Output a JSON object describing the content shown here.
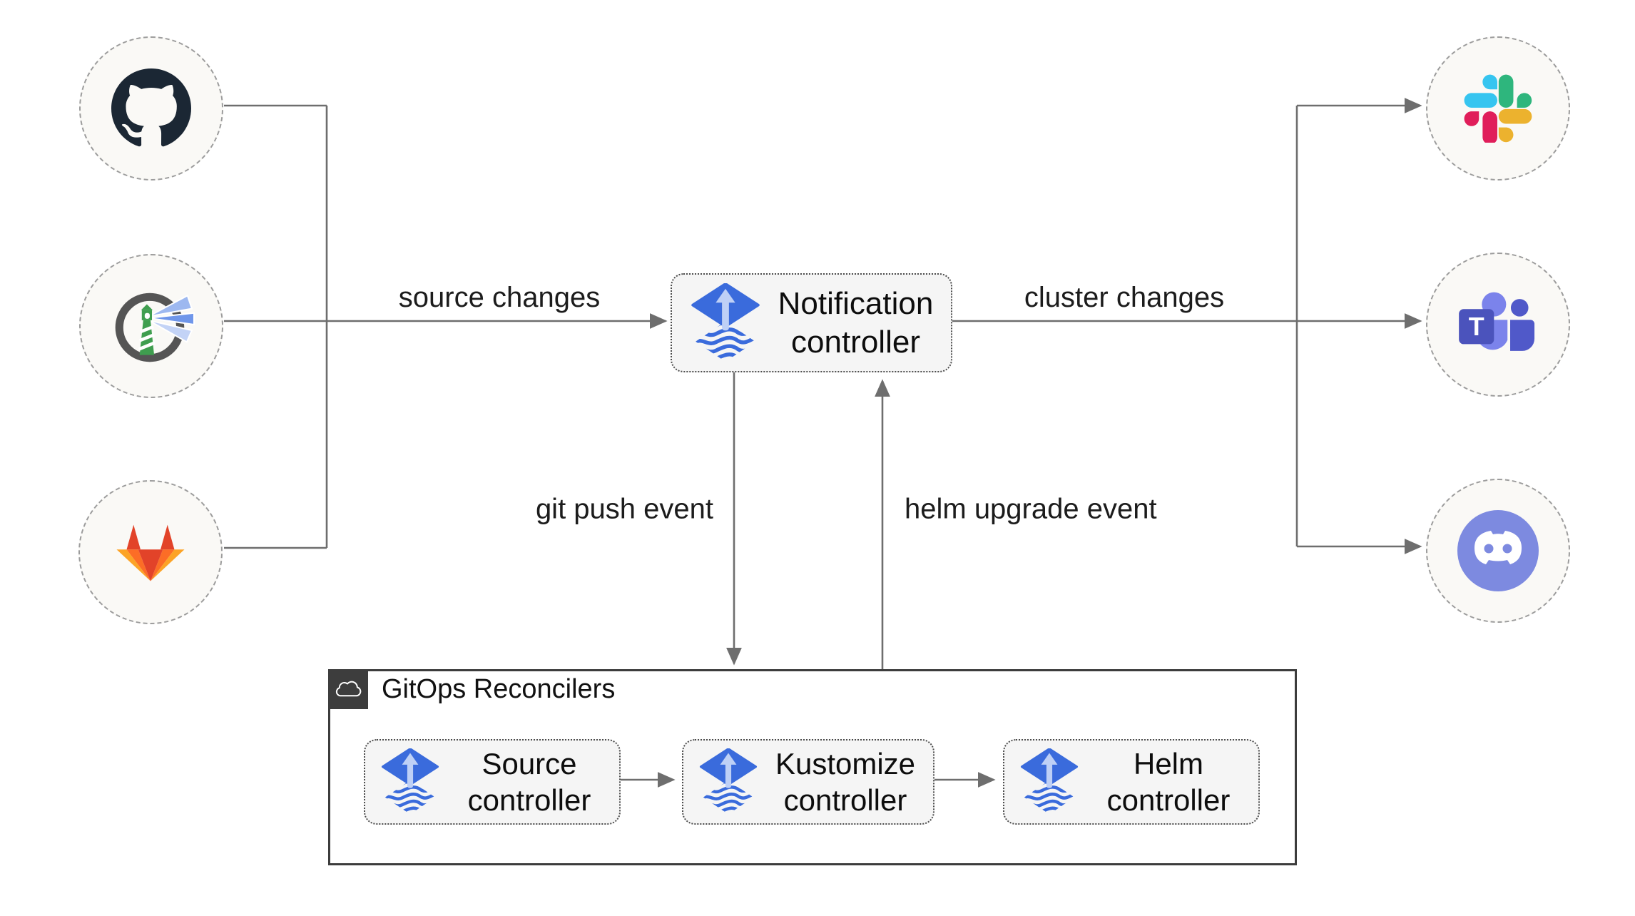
{
  "nodes": {
    "notification": {
      "line1": "Notification",
      "line2": "controller"
    },
    "source": {
      "line1": "Source",
      "line2": "controller"
    },
    "kustomize": {
      "line1": "Kustomize",
      "line2": "controller"
    },
    "helm": {
      "line1": "Helm",
      "line2": "controller"
    }
  },
  "group": {
    "title": "GitOps Reconcilers"
  },
  "edge_labels": {
    "source_changes": "source changes",
    "cluster_changes": "cluster changes",
    "git_push": "git push event",
    "helm_upgrade": "helm upgrade event"
  },
  "icons": {
    "left_endpoints": [
      "github-icon",
      "harbor-icon",
      "gitlab-icon"
    ],
    "right_endpoints": [
      "slack-icon",
      "teams-icon",
      "discord-icon"
    ],
    "controller_icon": "flux-icon",
    "group_icon": "cloud-icon",
    "teams_letter": "T"
  },
  "colors": {
    "flux_blue": "#3a6bdc",
    "flux_arrow_light": "#bed0f6",
    "wire_gray": "#6e6e6e",
    "node_fill": "#f5f5f5",
    "node_border": "#4c4c4c",
    "circle_fill": "#faf9f6",
    "circle_border": "#9c9c9c",
    "group_border": "#3c3c3c",
    "github_dark": "#1b2734",
    "harbor_green": "#3f9e4f",
    "harbor_ring": "#555555",
    "gitlab_red": "#e24329",
    "gitlab_orange": "#fc6d26",
    "gitlab_yellow": "#fca326",
    "slack_blue": "#36C5F0",
    "slack_green": "#2EB67D",
    "slack_yellow": "#ECB22E",
    "slack_red": "#E01E5A",
    "teams_dark": "#4b53bc",
    "teams_light": "#7b83eb",
    "teams_mid": "#5059c9",
    "discord_blurple": "#7d8ae0"
  }
}
